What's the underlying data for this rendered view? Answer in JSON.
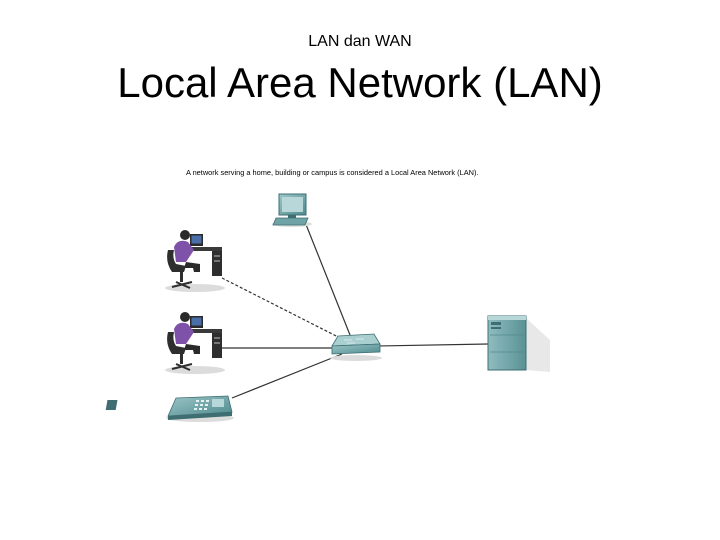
{
  "slide": {
    "header": "LAN dan WAN",
    "title": "Local Area Network (LAN)"
  },
  "diagram": {
    "caption": "A network serving a home, building or campus is considered a Local Area Network (LAN).",
    "nodes": [
      {
        "id": "workstation-top",
        "icon": "user-at-desk-icon"
      },
      {
        "id": "workstation-middle",
        "icon": "user-at-desk-icon"
      },
      {
        "id": "ip-phone",
        "icon": "ip-phone-icon"
      },
      {
        "id": "pc",
        "icon": "desktop-computer-icon"
      },
      {
        "id": "switch",
        "icon": "network-switch-icon"
      },
      {
        "id": "server",
        "icon": "server-icon"
      }
    ],
    "links": [
      {
        "from": "workstation-top",
        "to": "switch",
        "style": "dashed"
      },
      {
        "from": "workstation-middle",
        "to": "switch",
        "style": "solid"
      },
      {
        "from": "ip-phone",
        "to": "switch",
        "style": "solid"
      },
      {
        "from": "pc",
        "to": "switch",
        "style": "solid"
      },
      {
        "from": "switch",
        "to": "server",
        "style": "solid"
      }
    ],
    "colors": {
      "device_teal": "#6fa3a6",
      "device_dark": "#3e6e72",
      "person_purple": "#7e52a8",
      "furniture": "#3a3a3a",
      "link": "#333333"
    }
  }
}
